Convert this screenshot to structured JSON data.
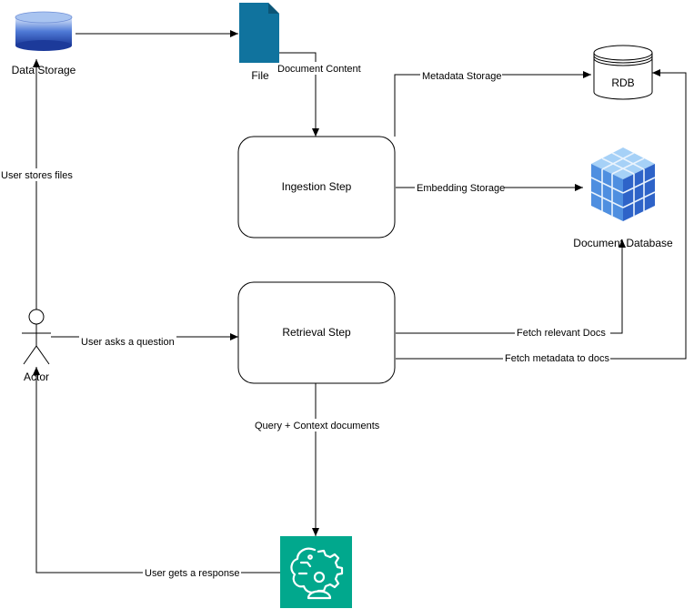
{
  "nodes": {
    "data_storage": "Data Storage",
    "file": "File",
    "rdb": "RDB",
    "ingestion": "Ingestion Step",
    "document_database": "Document Database",
    "retrieval": "Retrieval Step",
    "actor": "Actor"
  },
  "edges": {
    "document_content": "Document Content",
    "metadata_storage": "Metadata Storage",
    "embedding_storage": "Embedding Storage",
    "user_stores_files": "User stores files",
    "user_asks_question": "User asks a question",
    "fetch_relevant_docs": "Fetch relevant Docs",
    "fetch_metadata": "Fetch metadata to docs",
    "query_context": "Query + Context documents",
    "user_gets_response": "User gets a response"
  },
  "icons": {
    "data_storage": "database-cylinder-icon",
    "file": "file-icon",
    "rdb": "database-icon",
    "document_database": "cube-grid-icon",
    "actor": "stick-figure-icon",
    "llm": "brain-gear-person-icon"
  },
  "colors": {
    "file": "#10739e",
    "storage_top": "#bcd3f5",
    "storage_bottom": "#1c3a9a",
    "llm": "#01a88d",
    "cube": "#4a90e2"
  }
}
